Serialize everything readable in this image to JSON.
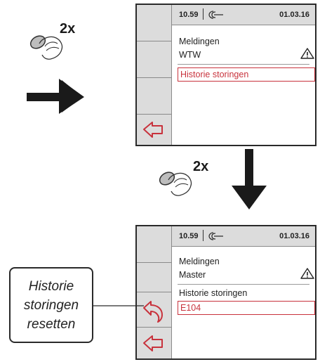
{
  "steps": {
    "press_count_top": "2x",
    "press_count_middle": "2x"
  },
  "screen1": {
    "time": "10.59",
    "date": "01.03.16",
    "menu_title": "Meldingen",
    "menu_value": "WTW",
    "selected_item": "Historie storingen",
    "icons": {
      "warning": "warning-icon",
      "back": "back-arrow-icon"
    }
  },
  "screen2": {
    "time": "10.59",
    "date": "01.03.16",
    "menu_title": "Meldingen",
    "menu_value": "Master",
    "section_title": "Historie storingen",
    "selected_item": "E104",
    "icons": {
      "warning": "warning-icon",
      "reset": "reset-arrow-icon",
      "back": "back-arrow-icon"
    }
  },
  "callout": {
    "line1": "Historie",
    "line2": "storingen",
    "line3": "resetten"
  },
  "colors": {
    "accent": "#c8323c",
    "sidebar": "#dcdcdc",
    "border": "#2a2a2a"
  }
}
